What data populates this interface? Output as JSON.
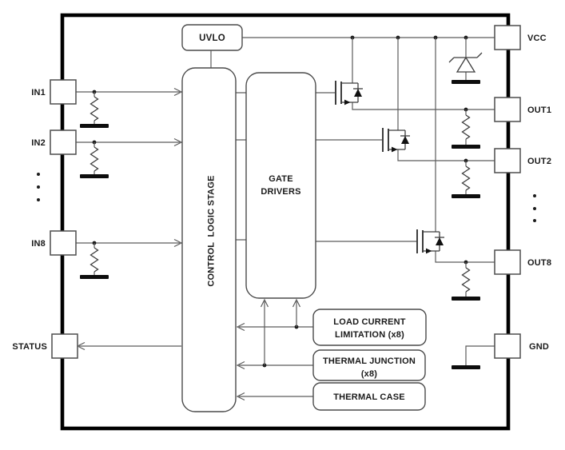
{
  "colors": {
    "wire": "#5c5c5c",
    "symbol": "#3d3d3d",
    "outline": "#4a4a4a",
    "ink": "#1a1a1a",
    "frame": "#000000",
    "paper": "#ffffff"
  },
  "blocks": {
    "uvlo": {
      "label": "UVLO"
    },
    "control_logic": {
      "label": "CONTROL  LOGIC STAGE"
    },
    "gate_drivers": {
      "line1": "GATE",
      "line2": "DRIVERS"
    },
    "load_current_limitation": {
      "line1": "LOAD CURRENT",
      "line2": "LIMITATION (x8)"
    },
    "thermal_junction": {
      "line1": "THERMAL JUNCTION",
      "line2": "(x8)"
    },
    "thermal_case": {
      "label": "THERMAL CASE"
    }
  },
  "pins": {
    "left": [
      {
        "label": "IN1"
      },
      {
        "label": "IN2"
      },
      {
        "label": "IN8"
      },
      {
        "label": "STATUS"
      }
    ],
    "right": [
      {
        "label": "VCC"
      },
      {
        "label": "OUT1"
      },
      {
        "label": "OUT2"
      },
      {
        "label": "OUT8"
      },
      {
        "label": "GND"
      }
    ]
  }
}
